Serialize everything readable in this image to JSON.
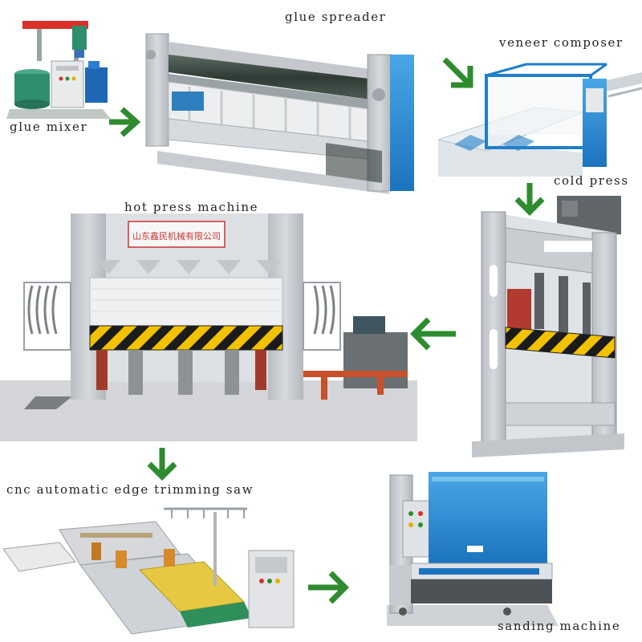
{
  "labels": {
    "glue_mixer": "glue mixer",
    "glue_spreader": "glue spreader",
    "veneer_composer": "veneer composer",
    "cold_press": "cold press",
    "hot_press_machine": "hot press machine",
    "cnc_saw": "cnc automatic edge trimming saw",
    "sanding_machine": "sanding machine"
  },
  "press_plate_text": "山东鑫民机械有限公司",
  "colors": {
    "arrow": "#2e8b2e",
    "frame_grey": "#c9ccd1",
    "machine_blue": "#1f7fc9",
    "hazard_yellow": "#f2c200",
    "hazard_black": "#1b1b1b",
    "mixer_red": "#d9302a",
    "mixer_green": "#2f8f6d",
    "pipe_orange": "#c8502a"
  }
}
